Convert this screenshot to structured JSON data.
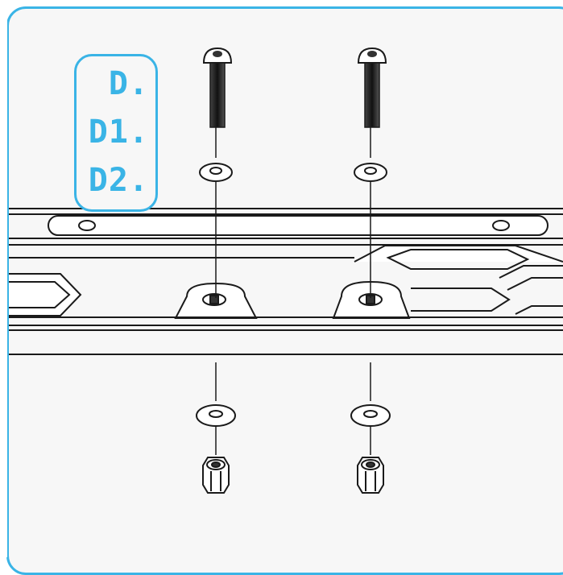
{
  "steps": [
    "D.",
    "D1.",
    "D2."
  ],
  "colors": {
    "accent": "#3ab4e6",
    "line": "#1a1a1a",
    "background": "#f7f7f7"
  }
}
